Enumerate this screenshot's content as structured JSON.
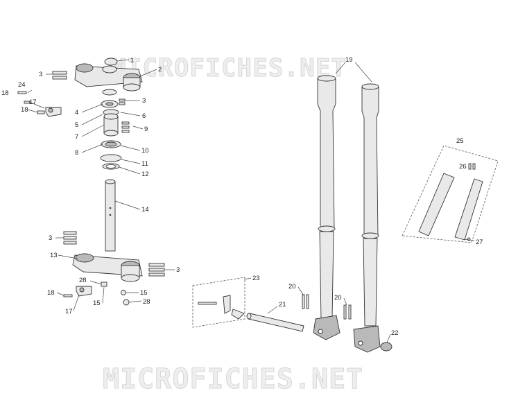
{
  "watermark": {
    "top": "MICROFICHES.NET",
    "bottom": "MICROFICHES.NET"
  },
  "callouts": {
    "c1": "1",
    "c2": "2",
    "c3a": "3",
    "c3b": "3",
    "c3c": "3",
    "c3d": "3",
    "c4": "4",
    "c5": "5",
    "c6": "6",
    "c7": "7",
    "c8": "8",
    "c9": "9",
    "c10": "10",
    "c11": "11",
    "c12": "12",
    "c13": "13",
    "c14": "14",
    "c15a": "15",
    "c15b": "15",
    "c17a": "17",
    "c17b": "17",
    "c18a": "18",
    "c18b": "18",
    "c18c": "18",
    "c19": "19",
    "c20a": "20",
    "c20b": "20",
    "c21": "21",
    "c22": "22",
    "c23": "23",
    "c24": "24",
    "c25": "25",
    "c26": "26",
    "c27": "27",
    "c28a": "28",
    "c28b": "28"
  }
}
